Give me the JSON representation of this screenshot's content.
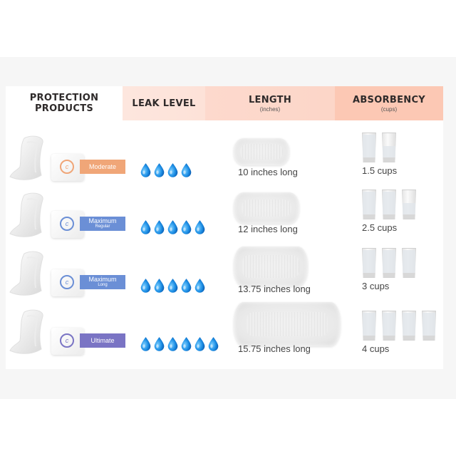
{
  "headers": {
    "products": "PROTECTION PRODUCTS",
    "leak_level": "LEAK LEVEL",
    "length": "LENGTH",
    "length_unit": "(inches)",
    "absorbency": "ABSORBENCY",
    "absorbency_unit": "(cups)"
  },
  "colors": {
    "moderate": "#f0a678",
    "maximum_regular": "#6b8fd6",
    "maximum_long": "#6b8fd6",
    "ultimate": "#7a74c4",
    "drop": "#1e90e6"
  },
  "rows": [
    {
      "product": "Moderate",
      "product_sub": "",
      "label_color": "#f0a678",
      "drops": 4,
      "length_text": "10 inches long",
      "length_inches": 10,
      "absorbency_text": "1.5 cups",
      "absorbency_cups": 1.5
    },
    {
      "product": "Maximum",
      "product_sub": "Regular",
      "label_color": "#6b8fd6",
      "drops": 5,
      "length_text": "12 inches long",
      "length_inches": 12,
      "absorbency_text": "2.5 cups",
      "absorbency_cups": 2.5
    },
    {
      "product": "Maximum",
      "product_sub": "Long",
      "label_color": "#6b8fd6",
      "drops": 5,
      "length_text": "13.75 inches long",
      "length_inches": 13.75,
      "absorbency_text": "3 cups",
      "absorbency_cups": 3
    },
    {
      "product": "Ultimate",
      "product_sub": "",
      "label_color": "#7a74c4",
      "drops": 6,
      "length_text": "15.75 inches long",
      "length_inches": 15.75,
      "absorbency_text": "4 cups",
      "absorbency_cups": 4
    }
  ],
  "icons": {
    "drop": "water-drop-icon",
    "glass": "water-glass-icon",
    "pad": "pad-image",
    "logo": "brand-logo-icon"
  }
}
